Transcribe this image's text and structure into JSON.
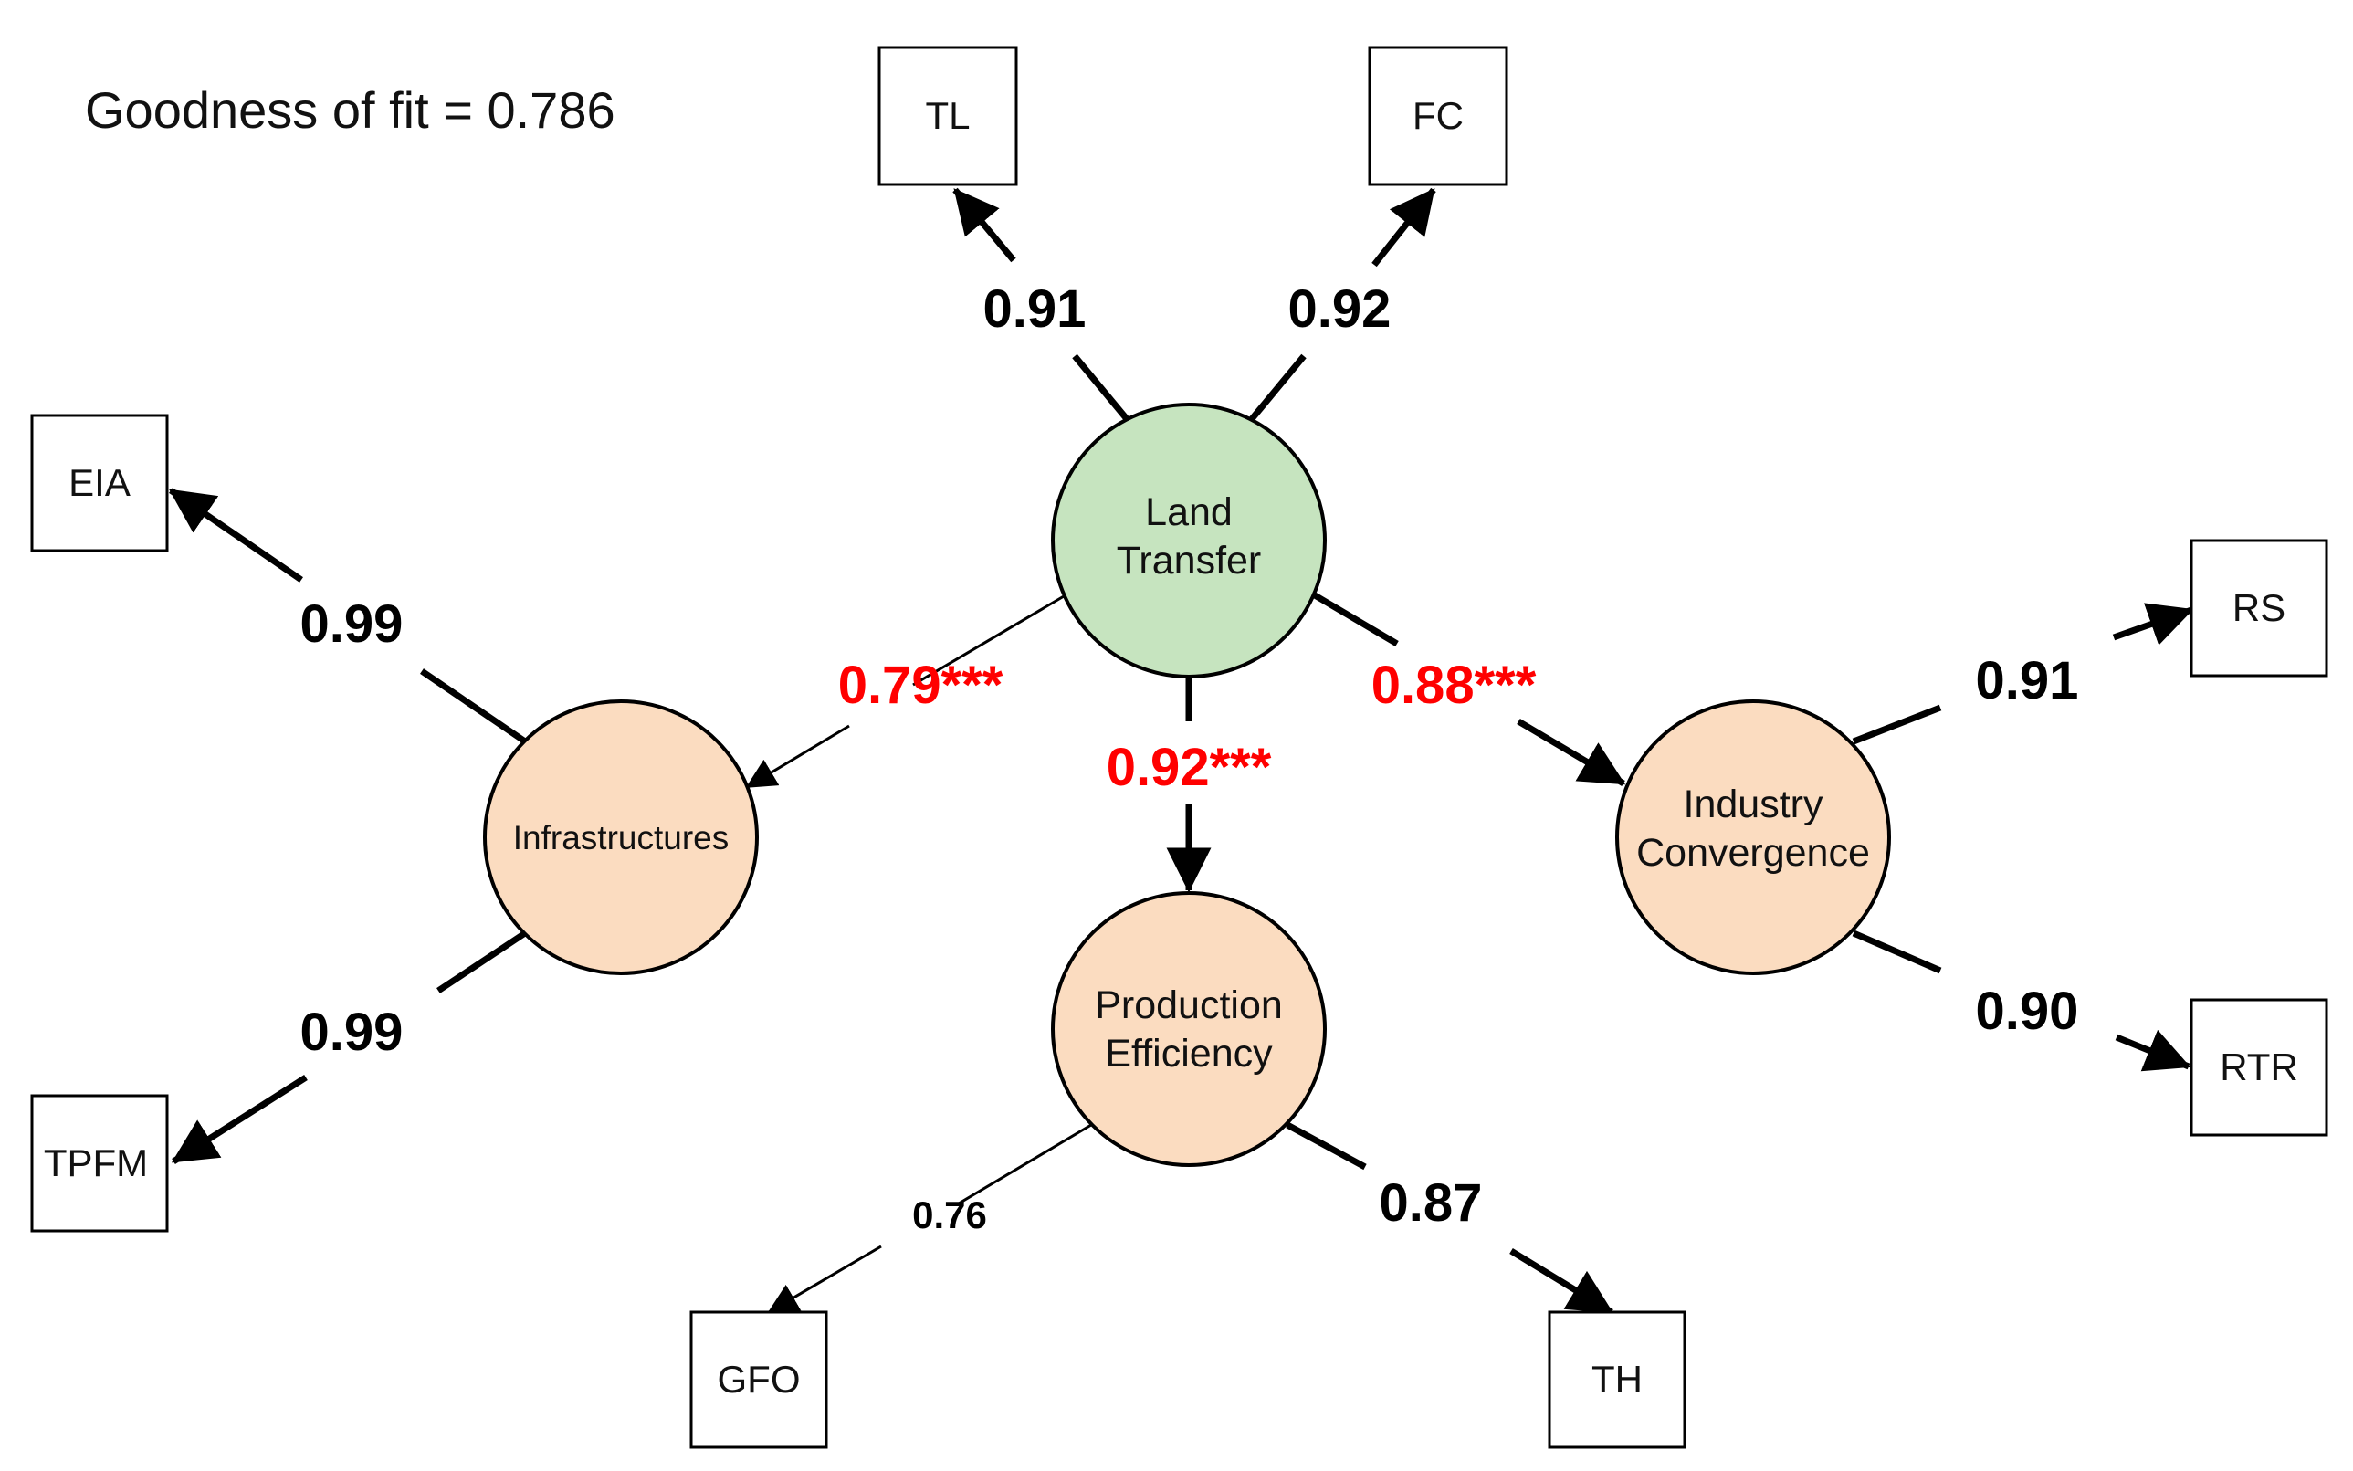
{
  "title": "Goodness of fit = 0.786",
  "colors": {
    "central_fill": "#c6e4bf",
    "outcome_fill": "#fbdcc0",
    "structural_coef": "#ff0000",
    "loading_coef": "#000000",
    "stroke": "#000000"
  },
  "latent": {
    "land_transfer": {
      "line1": "Land",
      "line2": "Transfer"
    },
    "infrastructures": {
      "line1": "Infrastructures"
    },
    "production_efficiency": {
      "line1": "Production",
      "line2": "Efficiency"
    },
    "industry_convergence": {
      "line1": "Industry",
      "line2": "Convergence"
    }
  },
  "indicators": {
    "tl": "TL",
    "fc": "FC",
    "eia": "EIA",
    "tpfm": "TPFM",
    "gfo": "GFO",
    "th": "TH",
    "rs": "RS",
    "rtr": "RTR"
  },
  "paths": {
    "lt_tl": "0.91",
    "lt_fc": "0.92",
    "inf_eia": "0.99",
    "inf_tpfm": "0.99",
    "lt_inf": "0.79***",
    "lt_pe": "0.92***",
    "lt_ic": "0.88***",
    "ic_rs": "0.91",
    "ic_rtr": "0.90",
    "pe_gfo": "0.76",
    "pe_th": "0.87"
  }
}
